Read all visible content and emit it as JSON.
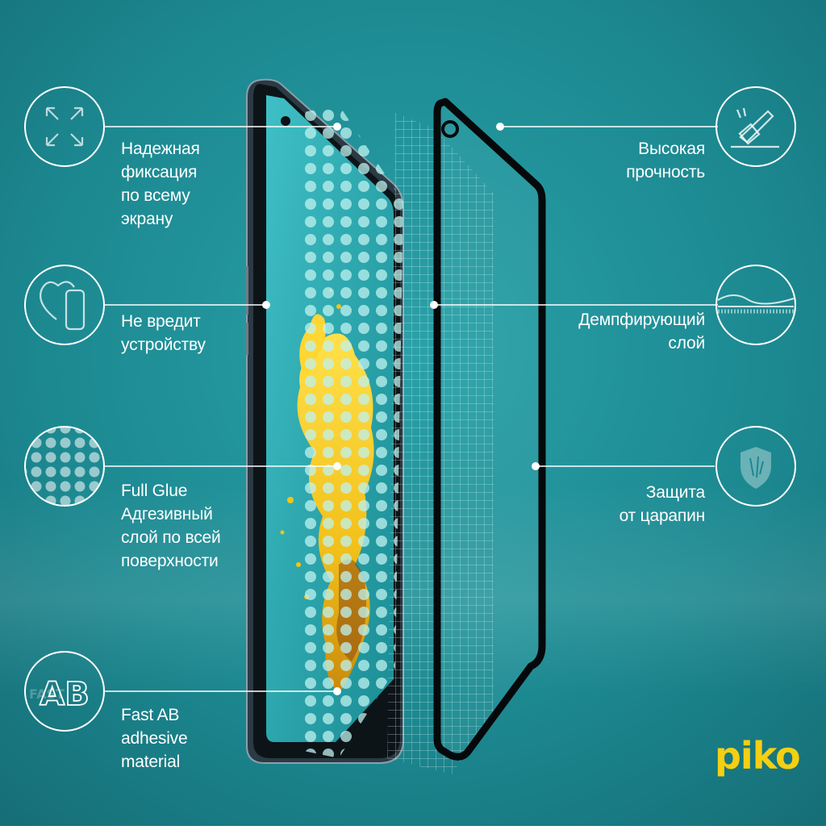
{
  "features_left": [
    {
      "icon": "expand-arrows-icon",
      "lines": [
        "Надежная",
        "фиксация",
        "по всему",
        "экрану"
      ]
    },
    {
      "icon": "heart-phone-icon",
      "lines": [
        "Не вредит",
        "устройству"
      ]
    },
    {
      "icon": "dots-pattern-icon",
      "lines": [
        "Full Glue",
        "Адгезивный",
        "слой по всей",
        "поверхности"
      ]
    },
    {
      "icon": "ab-fast-icon",
      "lines": [
        "Fast AB",
        "adhesive",
        "material"
      ]
    }
  ],
  "features_right": [
    {
      "icon": "hammer-icon",
      "lines": [
        "Высокая",
        "прочность"
      ]
    },
    {
      "icon": "layer-wave-icon",
      "lines": [
        "Демпфирующий",
        "слой"
      ]
    },
    {
      "icon": "shield-icon",
      "lines": [
        "Защита",
        "от царапин"
      ]
    }
  ],
  "icon_texts": {
    "ab": "AB",
    "fast": "FAST"
  },
  "brand": {
    "name": "piko",
    "color": "#f5cf12"
  },
  "colors": {
    "background": "#1e8a92",
    "line": "#ffffff",
    "splash": "#f2c51a"
  }
}
